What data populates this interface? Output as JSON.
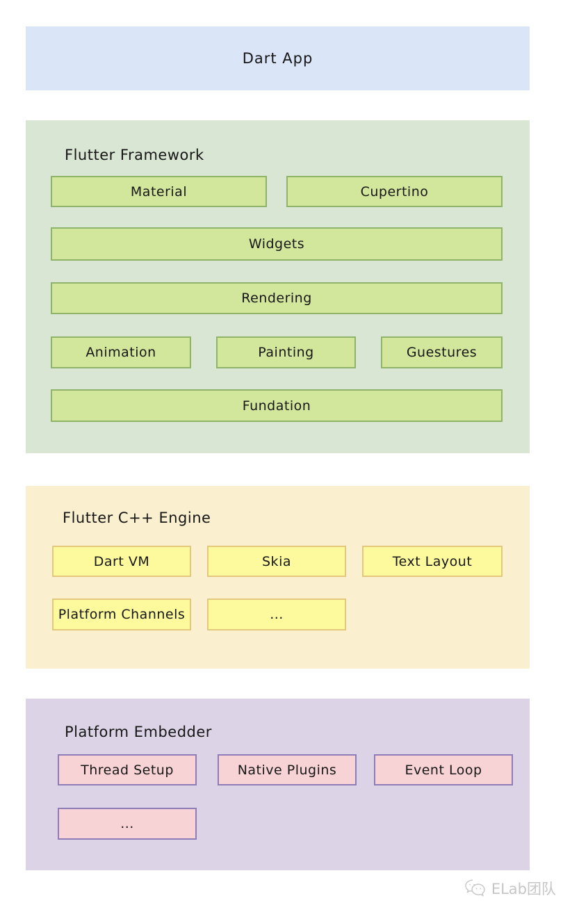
{
  "dart_app": {
    "label": "Dart App",
    "bg": "#dbe5f8"
  },
  "framework": {
    "title": "Flutter Framework",
    "bg": "#d9e6d3",
    "box_bg": "#d3e79c",
    "box_border": "#8fb369",
    "boxes": [
      {
        "label": "Material"
      },
      {
        "label": "Cupertino"
      },
      {
        "label": "Widgets"
      },
      {
        "label": "Rendering"
      },
      {
        "label": "Animation"
      },
      {
        "label": "Painting"
      },
      {
        "label": "Guestures"
      },
      {
        "label": "Fundation"
      }
    ]
  },
  "engine": {
    "title": "Flutter C++ Engine",
    "bg": "#faf0d0",
    "box_bg": "#fdfa9e",
    "box_border": "#e3c77c",
    "boxes": [
      {
        "label": "Dart VM"
      },
      {
        "label": "Skia"
      },
      {
        "label": "Text Layout"
      },
      {
        "label": "Platform Channels"
      },
      {
        "label": "..."
      }
    ]
  },
  "embedder": {
    "title": "Platform Embedder",
    "bg": "#dcd3e6",
    "box_bg": "#f8d3d5",
    "box_border": "#8d7cb8",
    "boxes": [
      {
        "label": "Thread Setup"
      },
      {
        "label": "Native Plugins"
      },
      {
        "label": "Event Loop"
      },
      {
        "label": "..."
      }
    ]
  },
  "watermark": {
    "label": "ELab团队",
    "icon": "wechat-icon",
    "color": "#c6c6c6"
  }
}
